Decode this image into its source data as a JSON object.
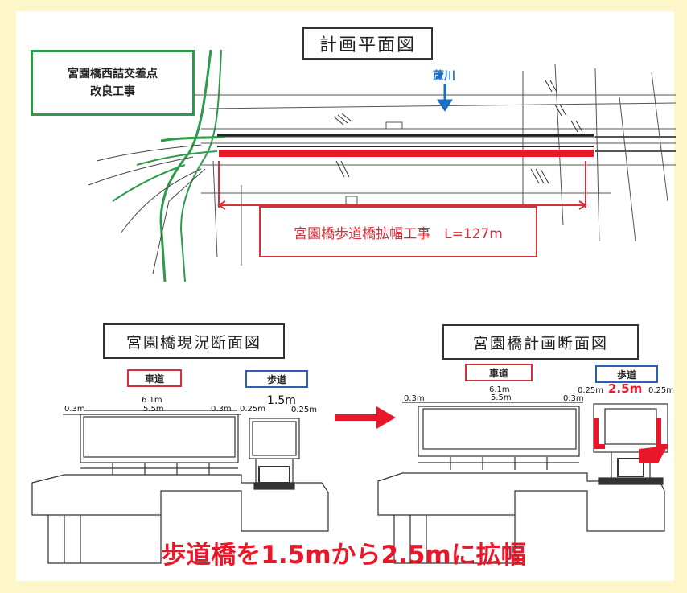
{
  "plan": {
    "title": "計画平面図",
    "intersection_label_line1": "宮園橋西詰交差点",
    "intersection_label_line2": "改良工事",
    "river_label": "蘆川",
    "work_label": "宮園橋歩道橋拡幅工事　L=127m"
  },
  "existing_section": {
    "title": "宮園橋現況断面図",
    "roadway_tag": "車道",
    "sidewalk_tag": "歩道",
    "dim_total": "6.1m",
    "dim_inner": "5.5m",
    "dim_left": "0.3m",
    "dim_right": "0.3m",
    "dim_sw_left": "0.25m",
    "dim_sw_width": "1.5m",
    "dim_sw_right": "0.25m"
  },
  "planned_section": {
    "title": "宮園橋計画断面図",
    "roadway_tag": "車道",
    "sidewalk_tag": "歩道",
    "dim_total": "6.1m",
    "dim_inner": "5.5m",
    "dim_left": "0.3m",
    "dim_right": "0.3m",
    "dim_sw_left": "0.25m",
    "dim_sw_width": "2.5m",
    "dim_sw_right": "0.25m"
  },
  "caption": "歩道橋を1.5mから2.5mに拡幅",
  "colors": {
    "background": "#fdf6c8",
    "accent_red": "#e8182a",
    "intersection_green": "#2e9a4c",
    "river_blue": "#1a6fc4",
    "roadway_tag_border": "#d8303a",
    "sidewalk_tag_border": "#2a5fb8"
  }
}
